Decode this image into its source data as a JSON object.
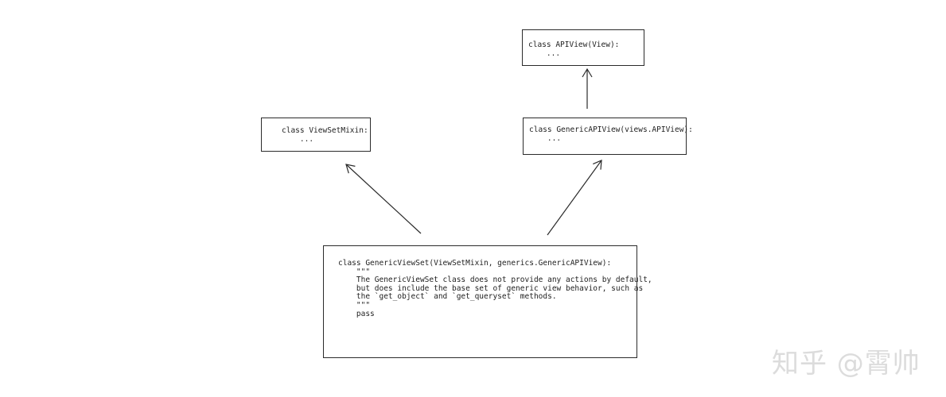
{
  "diagram": {
    "nodes": {
      "apiview": {
        "lines": [
          "class APIView(View):",
          "    ..."
        ]
      },
      "viewsetmixin": {
        "lines": [
          "class ViewSetMixin:",
          "    ..."
        ]
      },
      "genericapiview": {
        "lines": [
          "class GenericAPIView(views.APIView):",
          "    ..."
        ]
      },
      "genericviewset": {
        "lines": [
          "class GenericViewSet(ViewSetMixin, generics.GenericAPIView):",
          "    \"\"\"",
          "    The GenericViewSet class does not provide any actions by default,",
          "    but does include the base set of generic view behavior, such as",
          "    the `get_object` and `get_queryset` methods.",
          "    \"\"\"",
          "    pass"
        ]
      }
    },
    "edges": [
      {
        "from": "genericviewset",
        "to": "viewsetmixin"
      },
      {
        "from": "genericviewset",
        "to": "genericapiview"
      },
      {
        "from": "genericapiview",
        "to": "apiview"
      }
    ],
    "stroke_color": "#2b2b2b"
  },
  "watermark": "知乎 @霄帅"
}
